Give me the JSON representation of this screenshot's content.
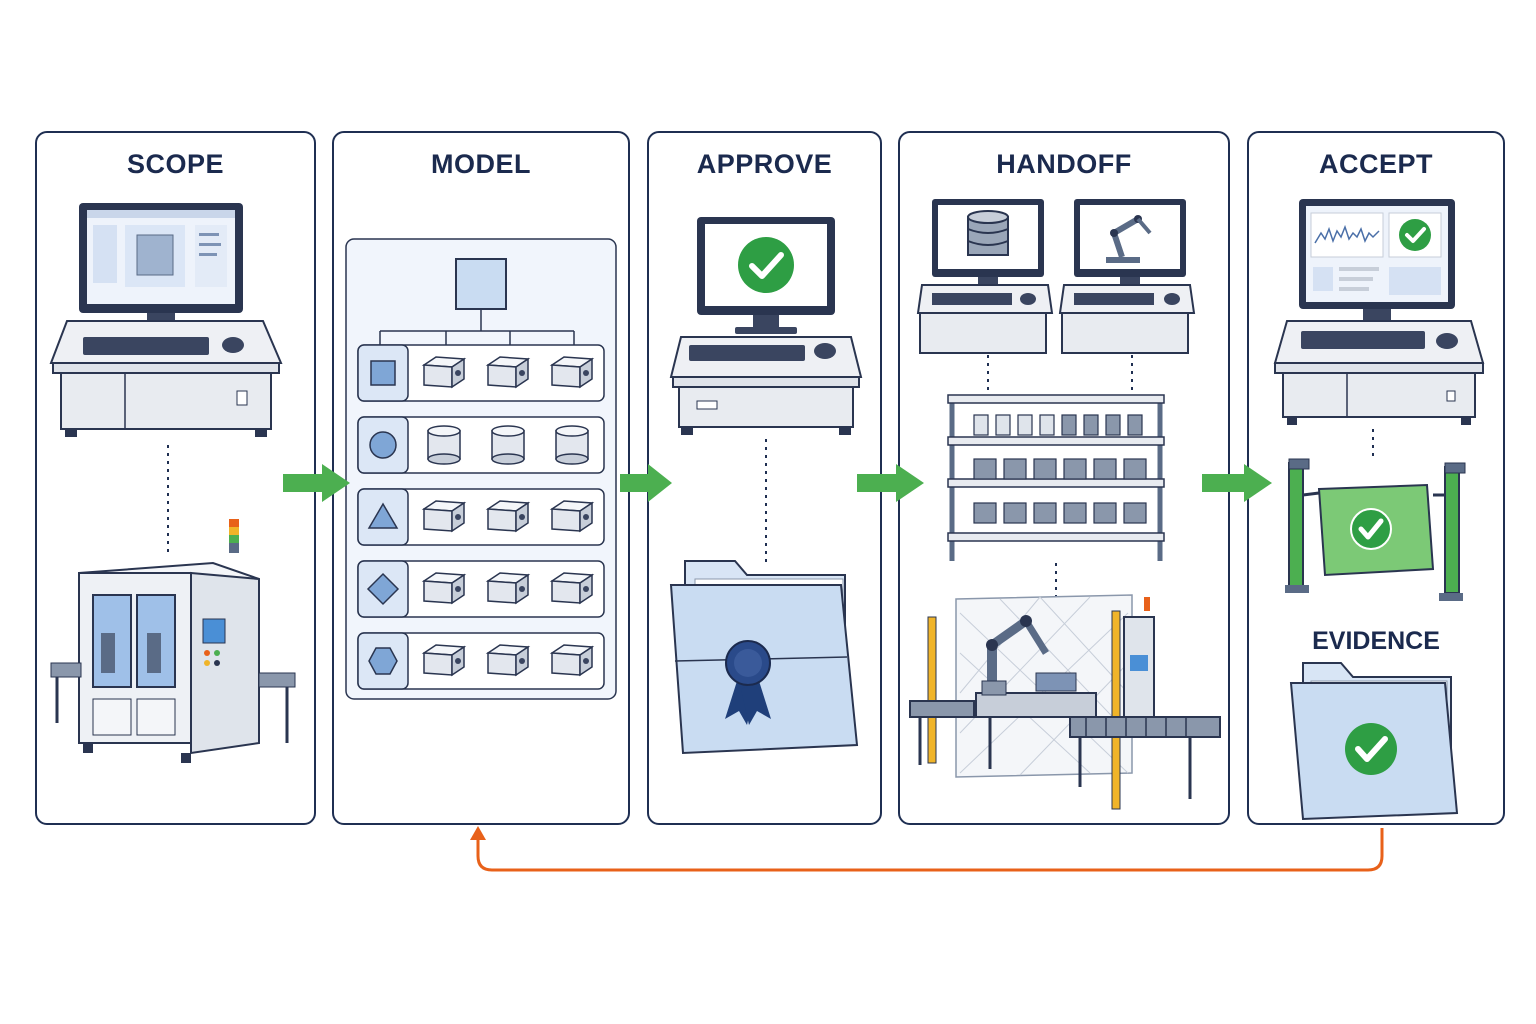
{
  "stages": [
    {
      "id": "scope",
      "title": "SCOPE"
    },
    {
      "id": "model",
      "title": "MODEL"
    },
    {
      "id": "approve",
      "title": "APPROVE"
    },
    {
      "id": "handoff",
      "title": "HANDOFF"
    },
    {
      "id": "accept",
      "title": "ACCEPT"
    }
  ],
  "accept_sub_label": "EVIDENCE",
  "colors": {
    "panel_border": "#1f2f52",
    "title_text": "#1b2a4e",
    "forward_arrow": "#4caf50",
    "feedback_arrow": "#e8611a",
    "check_green": "#2e9e44",
    "folder_blue": "#c9dcf2",
    "screen_frame": "#2a3550"
  },
  "icons": {
    "forward_arrow": "arrow-right-icon",
    "feedback_arrow": "loop-back-arrow-icon",
    "approval": "checkmark-icon",
    "certification": "award-seal-icon",
    "storage": "database-icon",
    "robot": "robot-arm-icon",
    "gate": "turnstile-gate-icon",
    "folder": "folder-icon"
  }
}
